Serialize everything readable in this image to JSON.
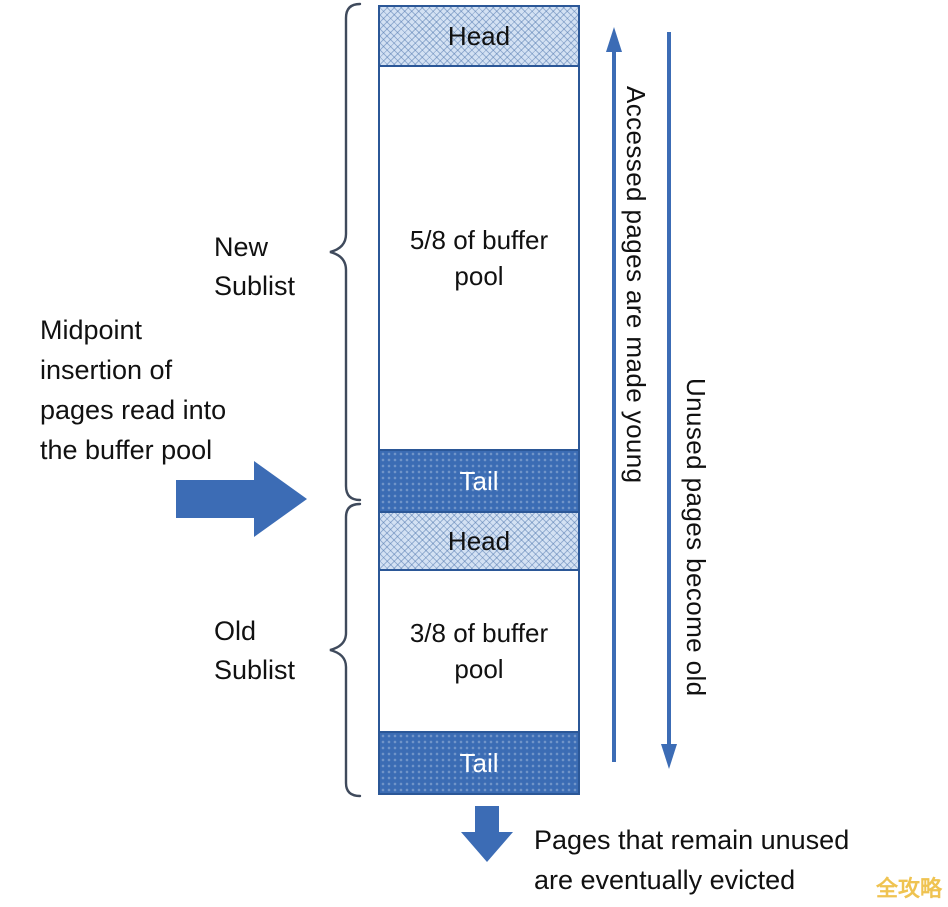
{
  "diagram": {
    "buffer_pool": {
      "new_sublist": {
        "head_label": "Head",
        "body_label": "5/8 of buffer pool",
        "tail_label": "Tail"
      },
      "old_sublist": {
        "head_label": "Head",
        "body_label": "3/8 of buffer pool",
        "tail_label": "Tail"
      }
    },
    "labels": {
      "new_sublist": {
        "lines": [
          "New",
          "Sublist"
        ]
      },
      "old_sublist": {
        "lines": [
          "Old",
          "Sublist"
        ]
      },
      "midpoint_note": {
        "lines": [
          "Midpoint",
          "insertion of",
          "pages read into",
          "the buffer pool"
        ]
      },
      "accessed_note": "Accessed pages are made young",
      "unused_note": "Unused pages become old",
      "evicted_note": {
        "lines": [
          "Pages that remain unused",
          "are eventually evicted"
        ]
      }
    },
    "watermark": "全攻略",
    "colors": {
      "outline": "#2b5797",
      "head_fill": "#d3e1f3",
      "tail_fill": "#3b6cb4",
      "arrow": "#3c6cb5",
      "brace": "#3f4a5c",
      "watermark": "#eebd3f"
    }
  }
}
